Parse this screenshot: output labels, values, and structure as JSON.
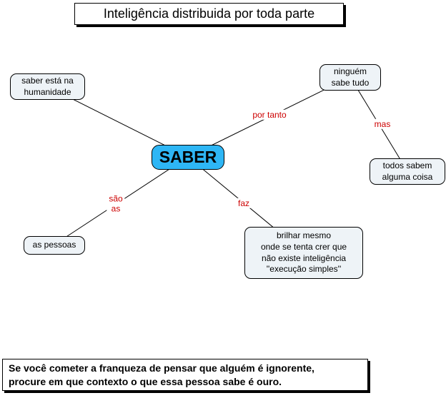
{
  "title": {
    "text": "Inteligência distribuida por toda parte"
  },
  "map": {
    "nodes": {
      "saber": {
        "label": "SABER"
      },
      "humanidade": {
        "label": "saber está na\nhumanidade"
      },
      "ninguem": {
        "label": "ninguém\nsabe tudo"
      },
      "todos": {
        "label": "todos sabem\nalguma coisa"
      },
      "pessoas": {
        "label": "as pessoas"
      },
      "brilhar": {
        "label": "brilhar mesmo\nonde se tenta crer que\nnão existe inteligência\n''execução simples''"
      }
    },
    "link_labels": {
      "por_tanto": "por tanto",
      "mas": "mas",
      "sao_as": "são\nas",
      "faz": "faz"
    },
    "colors": {
      "saber_bg": "#2eb6f5",
      "node_bg": "#eef3f7",
      "label_red": "#cc0000",
      "line": "#000000"
    }
  },
  "footer": {
    "text": "Se você cometer a franqueza de pensar que alguém é ignorente,\nprocure em que contexto o que essa pessoa sabe é ouro."
  }
}
